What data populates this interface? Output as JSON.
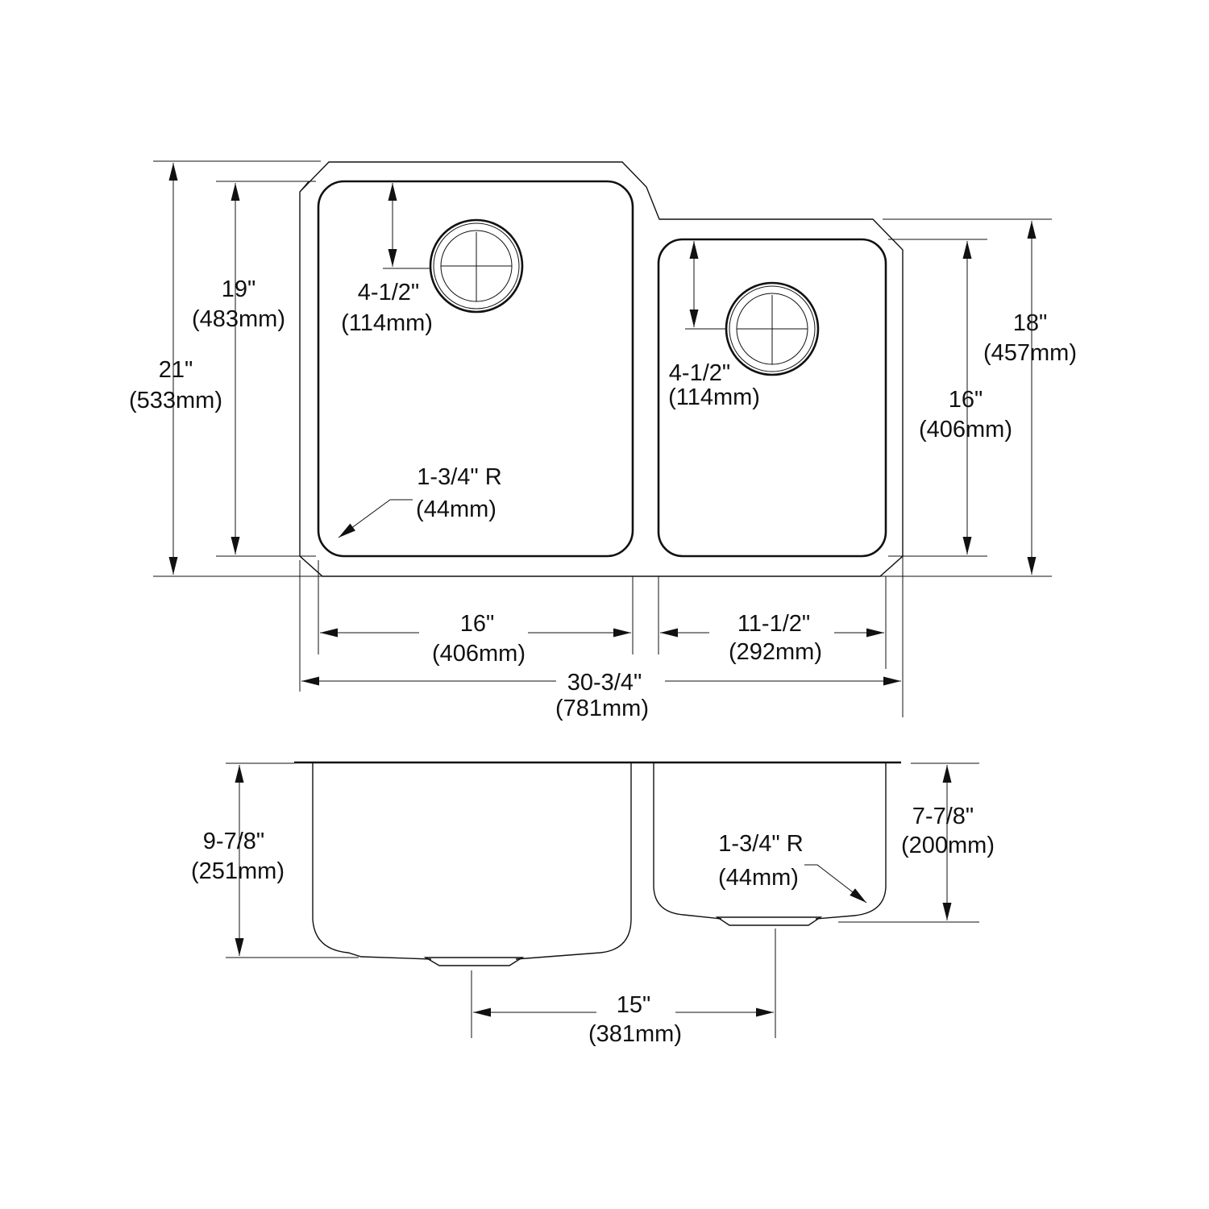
{
  "top_view": {
    "overall_depth": {
      "in": "21\"",
      "mm": "(533mm)"
    },
    "left_bowl_depth": {
      "in": "19\"",
      "mm": "(483mm)"
    },
    "right_overall_depth": {
      "in": "18\"",
      "mm": "(457mm)"
    },
    "right_bowl_depth": {
      "in": "16\"",
      "mm": "(406mm)"
    },
    "left_drain_offset": {
      "in": "4-1/2\"",
      "mm": "(114mm)"
    },
    "right_drain_offset": {
      "in": "4-1/2\"",
      "mm": "(114mm)"
    },
    "corner_radius": {
      "in": "1-3/4\" R",
      "mm": "(44mm)"
    },
    "left_bowl_width": {
      "in": "16\"",
      "mm": "(406mm)"
    },
    "right_bowl_width": {
      "in": "11-1/2\"",
      "mm": "(292mm)"
    },
    "overall_width": {
      "in": "30-3/4\"",
      "mm": "(781mm)"
    }
  },
  "side_view": {
    "left_bowl_depth": {
      "in": "9-7/8\"",
      "mm": "(251mm)"
    },
    "right_bowl_depth": {
      "in": "7-7/8\"",
      "mm": "(200mm)"
    },
    "corner_radius": {
      "in": "1-3/4\" R",
      "mm": "(44mm)"
    },
    "drain_spacing": {
      "in": "15\"",
      "mm": "(381mm)"
    }
  }
}
